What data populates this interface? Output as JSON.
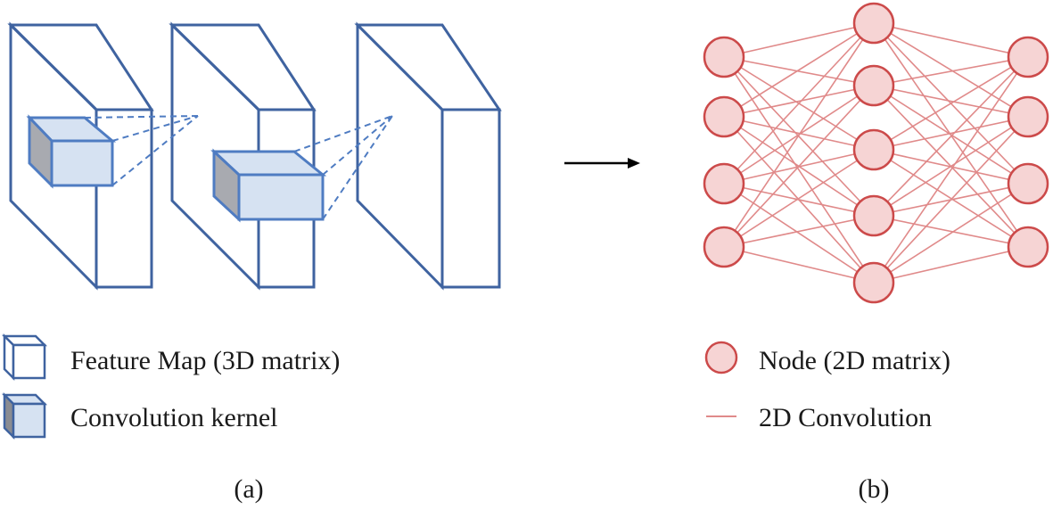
{
  "panel_a": {
    "caption": "(a)",
    "legend": {
      "feature_map_label": "Feature Map (3D matrix)",
      "kernel_label": "Convolution kernel"
    }
  },
  "panel_b": {
    "caption": "(b)",
    "legend": {
      "node_label": "Node (2D matrix)",
      "conv_label": "2D Convolution"
    }
  },
  "colors": {
    "feature_map_stroke": "#3f63a0",
    "kernel_fill": "#d6e2f2",
    "kernel_side_fill": "#a8aab0",
    "kernel_stroke": "#4f7cc2",
    "node_fill": "#f6d4d4",
    "node_stroke": "#cc4a4a",
    "edge_stroke": "#e08a8a",
    "arrow": "#000000"
  }
}
